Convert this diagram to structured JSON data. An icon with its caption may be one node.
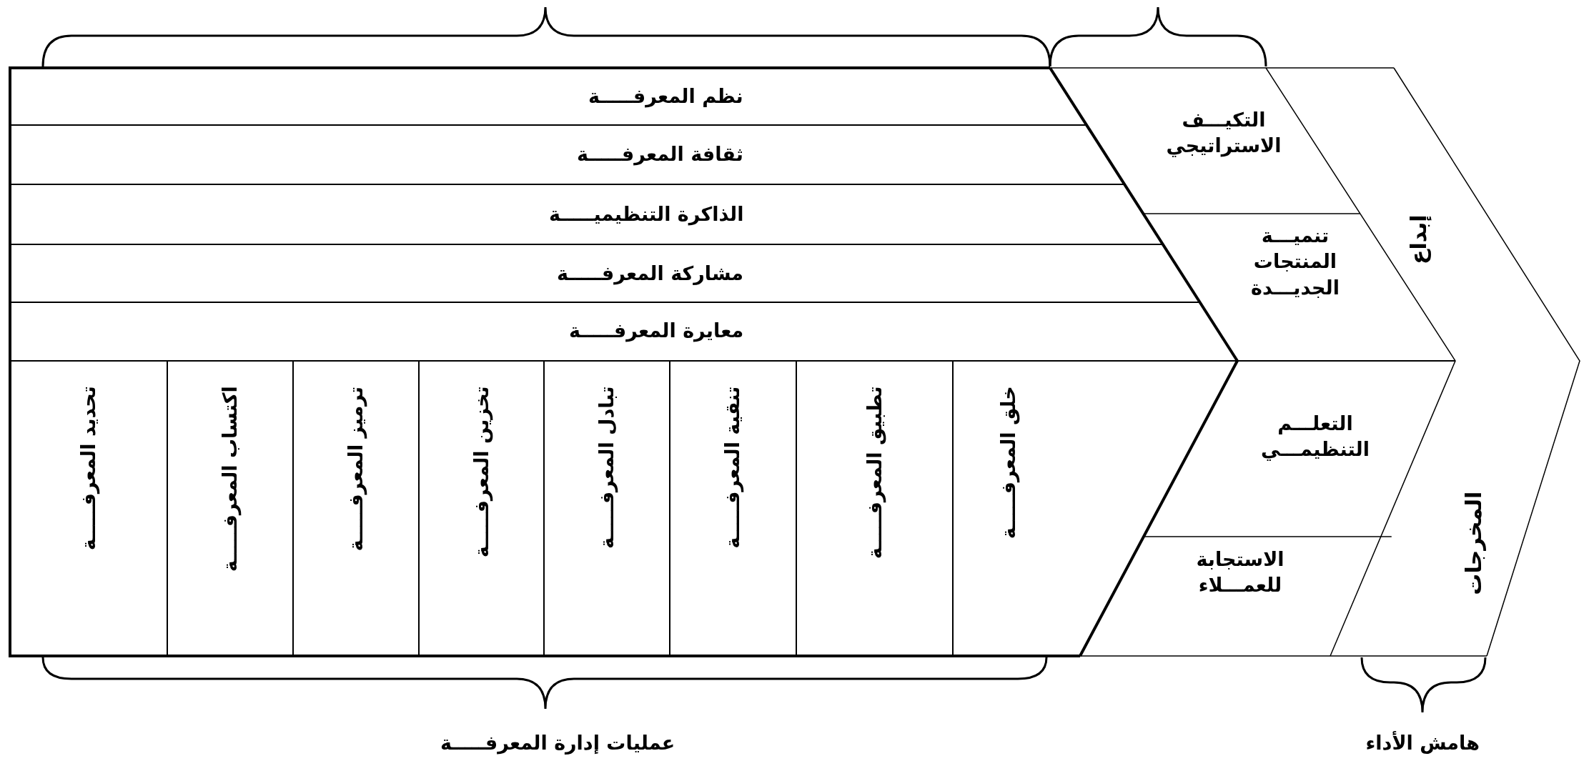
{
  "diagram": {
    "nodes": [
      {
        "text": [
          "نظم المعرفـــــة"
        ]
      },
      {
        "text": [
          "ثقافة المعرفـــــة"
        ]
      },
      {
        "text": [
          "الذاكرة التنظيميـــــة"
        ]
      },
      {
        "text": [
          "مشاركة المعرفـــــة"
        ]
      },
      {
        "text": [
          "معايرة المعرفـــــة"
        ]
      },
      {
        "text": [
          "خلق المعرفـــــة"
        ]
      },
      {
        "text": [
          "تطبيق المعرفـــــة"
        ]
      },
      {
        "text": [
          "تنقية المعرفـــــة"
        ]
      },
      {
        "text": [
          "تبادل المعرفـــــة"
        ]
      },
      {
        "text": [
          "تخزين المعرفـــــة"
        ]
      },
      {
        "text": [
          "ترميز المعرفـــــة"
        ]
      },
      {
        "text": [
          "اكتساب المعرفـــــة"
        ]
      },
      {
        "text": [
          "تحديد المعرفـــــة"
        ]
      },
      {
        "text": [
          "التكيـــف الاستراتيجي"
        ]
      },
      {
        "text": [
          "تنميـــة المنتجات الجديـــدة"
        ]
      },
      {
        "text": [
          "التعلـــم التنظيمـــي"
        ]
      },
      {
        "text": [
          "الاستجابة للعمـــلاء"
        ]
      },
      {
        "text": [
          "إبداع"
        ]
      },
      {
        "text": [
          "المخرجات"
        ]
      }
    ],
    "labels": [
      "عمليات إدارة المعرفـــــة",
      "هامش الأداء"
    ]
  }
}
